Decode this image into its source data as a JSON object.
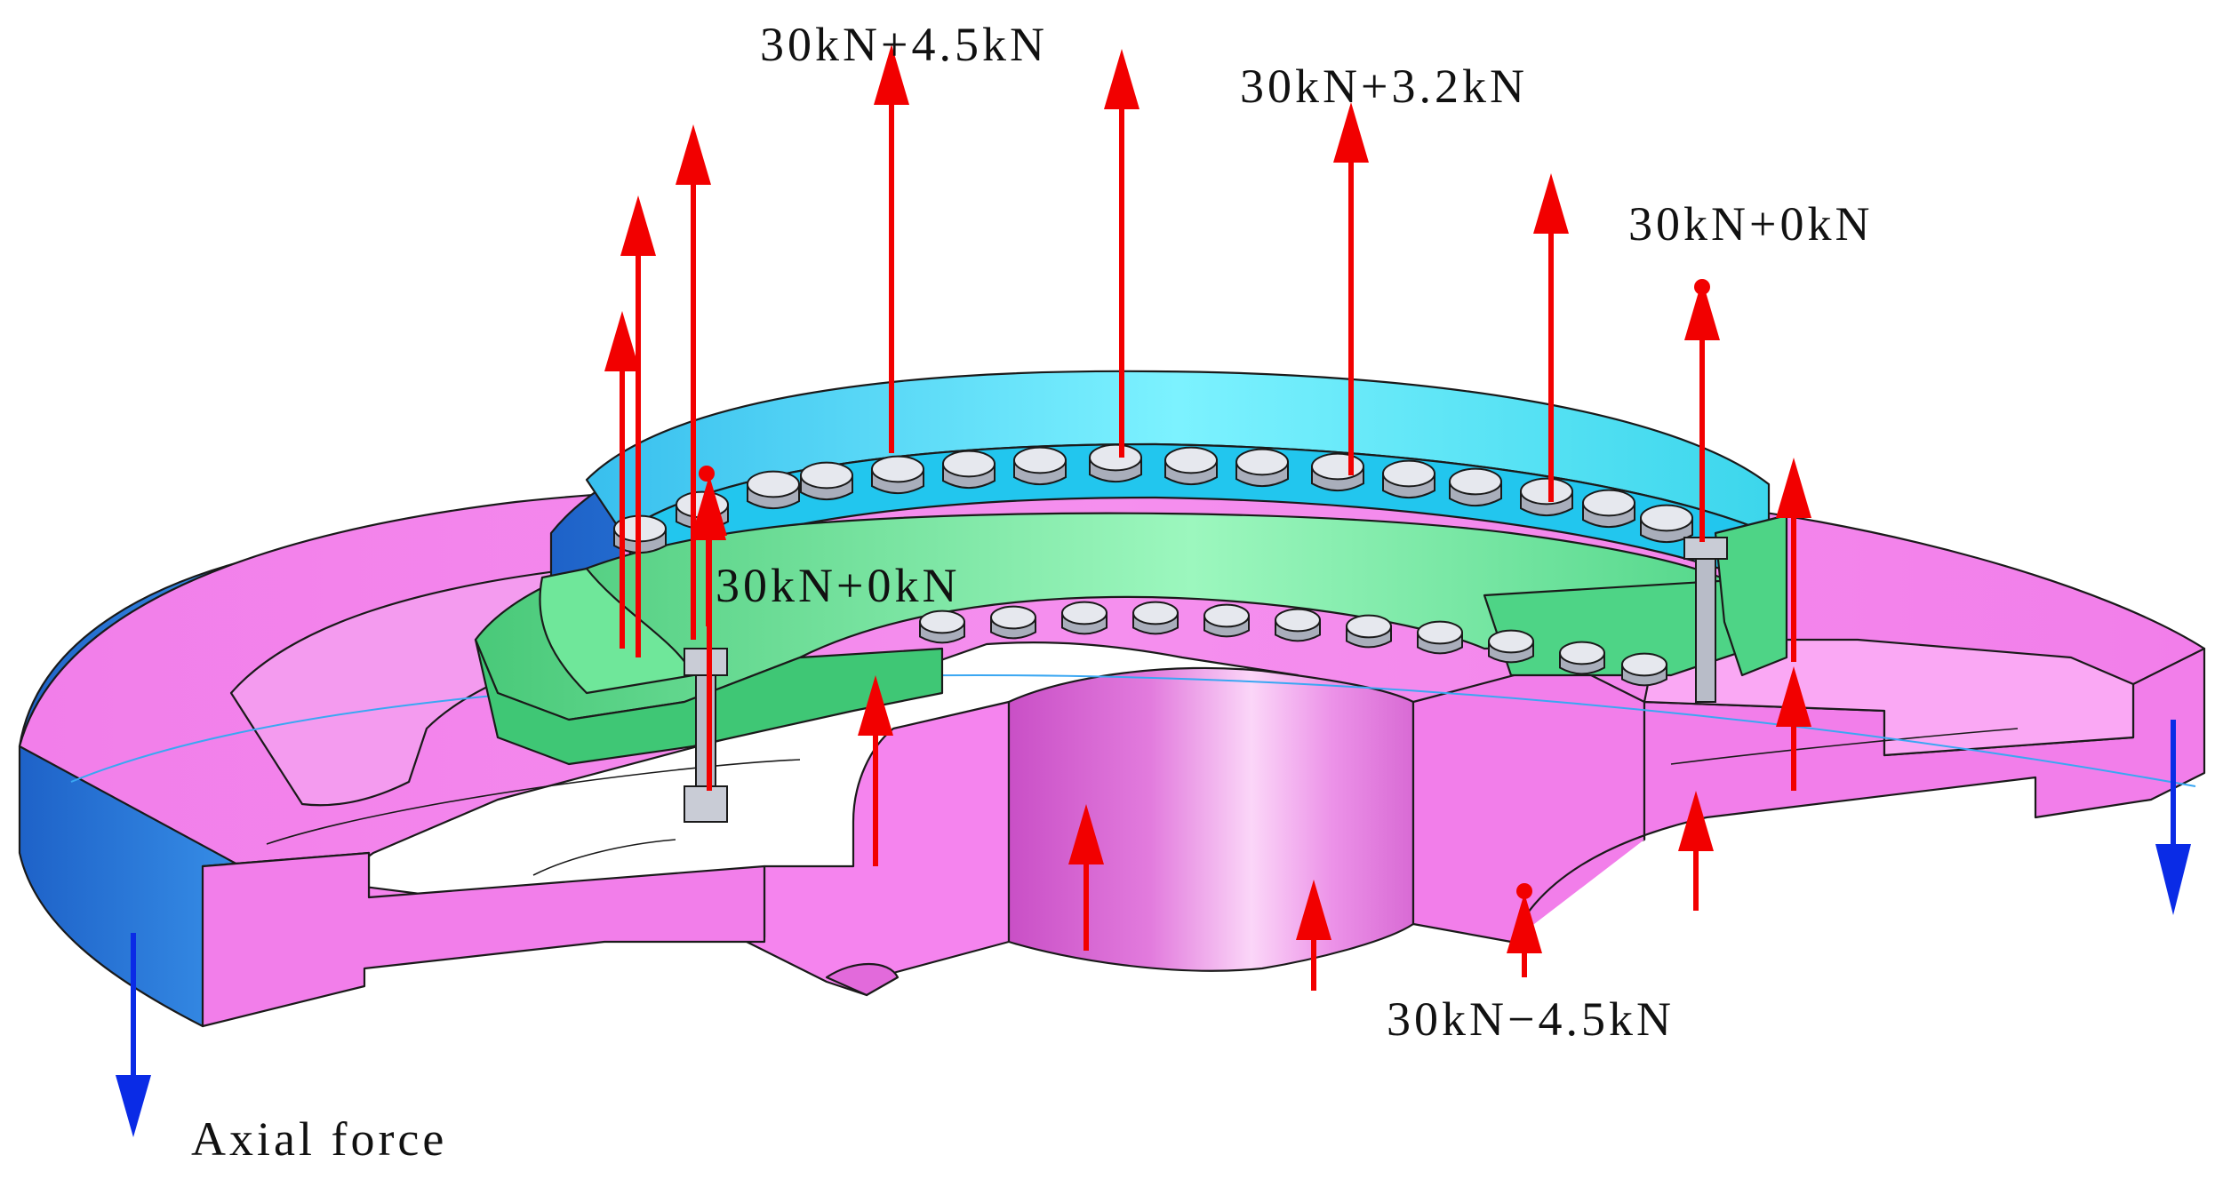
{
  "labels": {
    "top_left": "30kN+4.5kN",
    "top_right": "30kN+3.2kN",
    "right": "30kN+0kN",
    "left": "30kN+0kN",
    "bottom": "30kN−4.5kN",
    "axial": "Axial force"
  },
  "colors": {
    "housing": "#F27EEA",
    "housing_dark": "#D65CD2",
    "housing_light": "#FAB6F4",
    "ring_cyan": "#4FE3F2",
    "ring_blue": "#2E7FE0",
    "ring_green": "#5CE08A",
    "bolt": "#B8BCC8",
    "force_arrow": "#F20000",
    "axial_arrow": "#0A2BE6"
  },
  "icons": {
    "force": "arrow-up-icon",
    "axial": "arrow-down-icon"
  }
}
